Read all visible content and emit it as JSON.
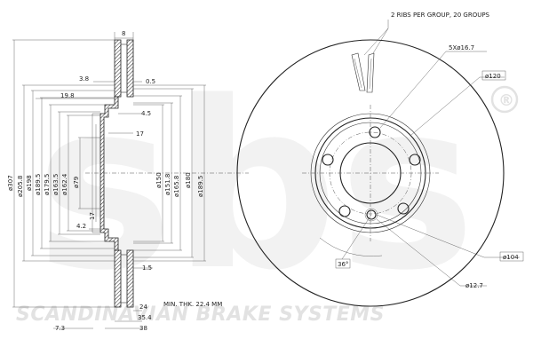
{
  "watermark": {
    "logo_text": "sbs",
    "registered_mark": "®",
    "brand_line": "SCANDINAVIAN BRAKE SYSTEMS"
  },
  "side_view": {
    "width_top": "8",
    "offset_top": "3.8",
    "offset_right": "0.5",
    "hub_depth": "19.8",
    "hub_step": "4.5",
    "inner_step": "17",
    "lower_step_17": "17",
    "lower_offset": "4.2",
    "flange": "1.5",
    "bottom_24": "24",
    "bottom_35_4": "35.4",
    "bottom_38": "38",
    "bottom_7_3": "7.3",
    "min_thickness": "MIN. THK. 22.4 MM",
    "diameters_left": [
      "ø307",
      "ø205.8",
      "ø198",
      "ø189.5",
      "ø179.5",
      "ø163.5",
      "ø162.4",
      "ø79"
    ],
    "diameters_right": [
      "ø150",
      "ø151.8",
      "ø165.8",
      "ø180",
      "ø189.5"
    ]
  },
  "front_view": {
    "ribs_note": "2 RIBS PER GROUP, 20 GROUPS",
    "bolt_holes": "5Xø16.7",
    "pcd": "ø120",
    "center_bore": "ø104",
    "small_hole": "ø12.7",
    "angle": "36°"
  }
}
